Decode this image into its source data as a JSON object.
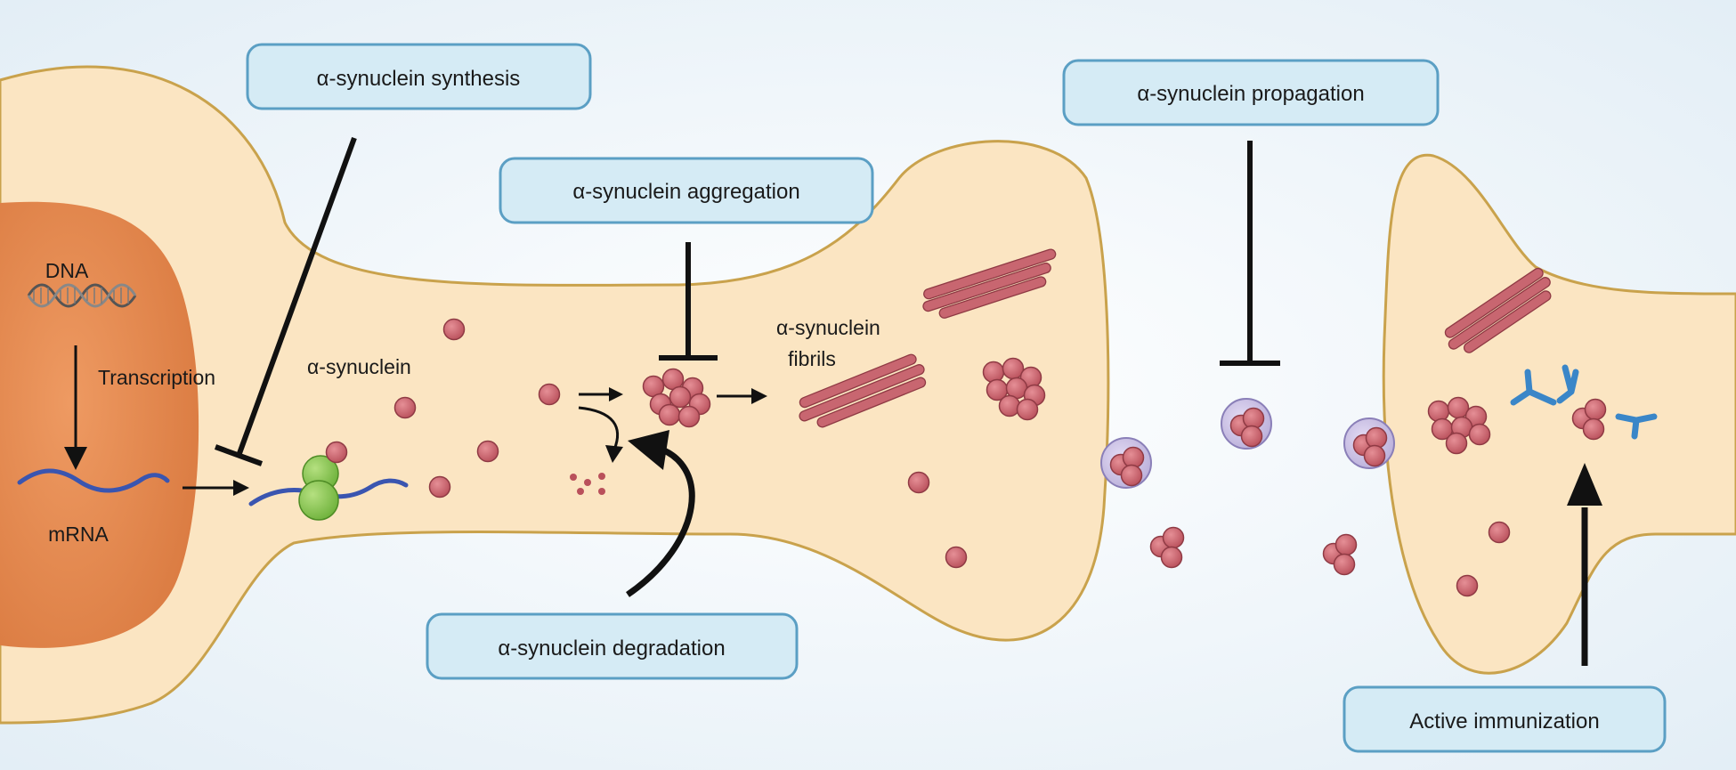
{
  "labels": {
    "dna": "DNA",
    "transcription": "Transcription",
    "mrna": "mRNA",
    "monomer": "α-synuclein",
    "fibrils_line1": "α-synuclein",
    "fibrils_line2": "fibrils"
  },
  "boxes": {
    "synthesis": "α-synuclein synthesis",
    "aggregation": "α-synuclein aggregation",
    "degradation": "α-synuclein degradation",
    "propagation": "α-synuclein propagation",
    "immunization": "Active immunization"
  },
  "colors": {
    "cell_fill": "#fbe5c2",
    "cell_stroke": "#c9a24c",
    "nucleus": "#e68e55",
    "box_fill": "#d5ebf5",
    "box_stroke": "#5b9fc4",
    "protein": "#c8606a",
    "ribosome": "#8cc850",
    "mrna": "#3a55b0",
    "antibody": "#3a86c8",
    "vesicle": "#c8c0e4"
  }
}
